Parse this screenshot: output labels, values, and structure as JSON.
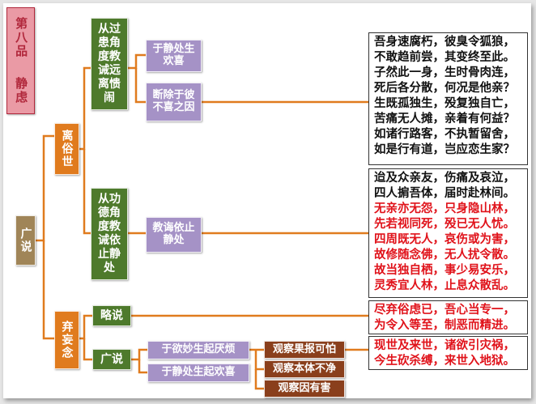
{
  "title": {
    "line1": "第八品",
    "line2": "静虑"
  },
  "nodes": {
    "guangshuo": "广说",
    "lisushi": "离俗世",
    "qiwangnian": "弃妄念",
    "congguo": "从过患角度教诫远离愦闹",
    "conggongde": "从功德角度教诫依止静处",
    "yujingchu": "于静处生欢喜",
    "duanchu": "断除于彼不喜之因",
    "jiaohui": "教诲依止静处",
    "lueshuo": "略说",
    "guangshuo2": "广说",
    "yuyumiao": "于欲妙生起厌烦",
    "yujingchu2": "于静处生起欢喜",
    "guanchaguobao": "观察果报可怕",
    "guanchabenti": "观察本体不净",
    "guanchayin": "观察因有害"
  },
  "texts": {
    "block1": [
      "吾身速腐朽，彼臭令狐狼，",
      "不敢趋前尝，其变终至此。",
      "子然此一身，生时骨肉连，",
      "死后各分散，何况是他亲？",
      "生既孤独生，殁复独自亡，",
      "苦痛无人摊，亲着有何益？",
      "如诸行路客，不执暂留舍，",
      "如是行有道，岂应恋生家？"
    ],
    "block2_black": [
      "迨及众亲友，伤痛及哀泣，",
      "四人掮吾体，届时赴林间。"
    ],
    "block2_red": [
      "无亲亦无怨，只身隐山林，",
      "先若视同死，殁已无人忧。",
      "四周既无人，哀伤或为害，",
      "故修随念佛，无人扰令散。",
      "故当独自栖，事少易安乐，",
      "灵秀宜人林，止息众散乱。"
    ],
    "block3": [
      "尽弃俗虑已，吾心当专一，",
      "为令入等至，制恶而精进。"
    ],
    "block4": [
      "现世及来世，诸欲引灾祸，",
      "今生砍杀缚，来世入地狱。"
    ]
  },
  "colors": {
    "connector": "#e07b1e",
    "red_text": "#e0121a",
    "green_box": "#4e7a2c",
    "purple_box": "#a592c6",
    "brown_box": "#8a3f1c"
  }
}
